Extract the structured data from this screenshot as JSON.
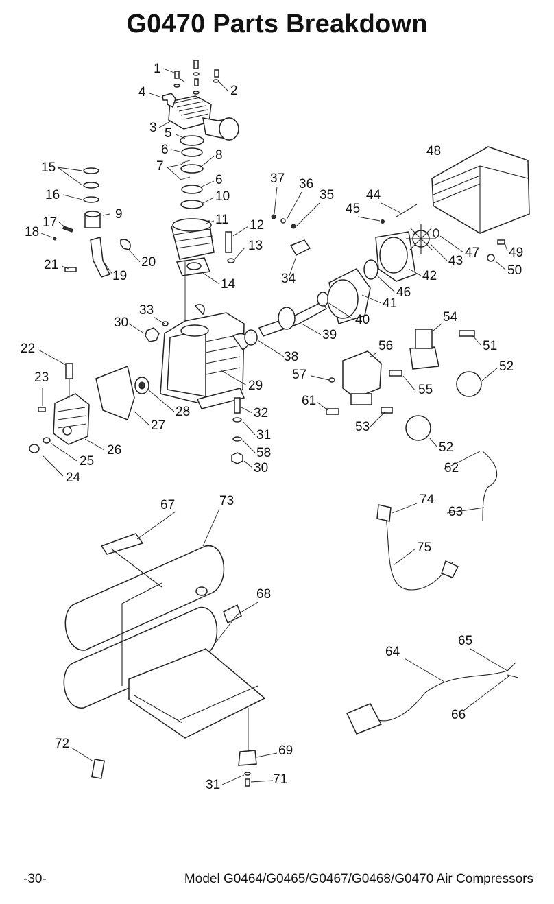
{
  "title": "G0470 Parts Breakdown",
  "footer": {
    "page_number": "-30-",
    "model_text": "Model G0464/G0465/G0467/G0468/G0470 Air Compressors"
  },
  "callouts": [
    "1",
    "2",
    "3",
    "4",
    "5",
    "6",
    "7",
    "8",
    "6",
    "10",
    "9",
    "11",
    "12",
    "13",
    "14",
    "15",
    "16",
    "17",
    "18",
    "19",
    "20",
    "21",
    "22",
    "23",
    "24",
    "25",
    "26",
    "27",
    "28",
    "29",
    "30",
    "33",
    "30",
    "31",
    "32",
    "58",
    "34",
    "35",
    "36",
    "37",
    "38",
    "39",
    "40",
    "41",
    "42",
    "43",
    "44",
    "45",
    "46",
    "47",
    "48",
    "49",
    "50",
    "51",
    "52",
    "52",
    "53",
    "54",
    "55",
    "56",
    "57",
    "61",
    "62",
    "63",
    "64",
    "65",
    "66",
    "67",
    "68",
    "69",
    "31",
    "71",
    "72",
    "73",
    "74",
    "75"
  ]
}
